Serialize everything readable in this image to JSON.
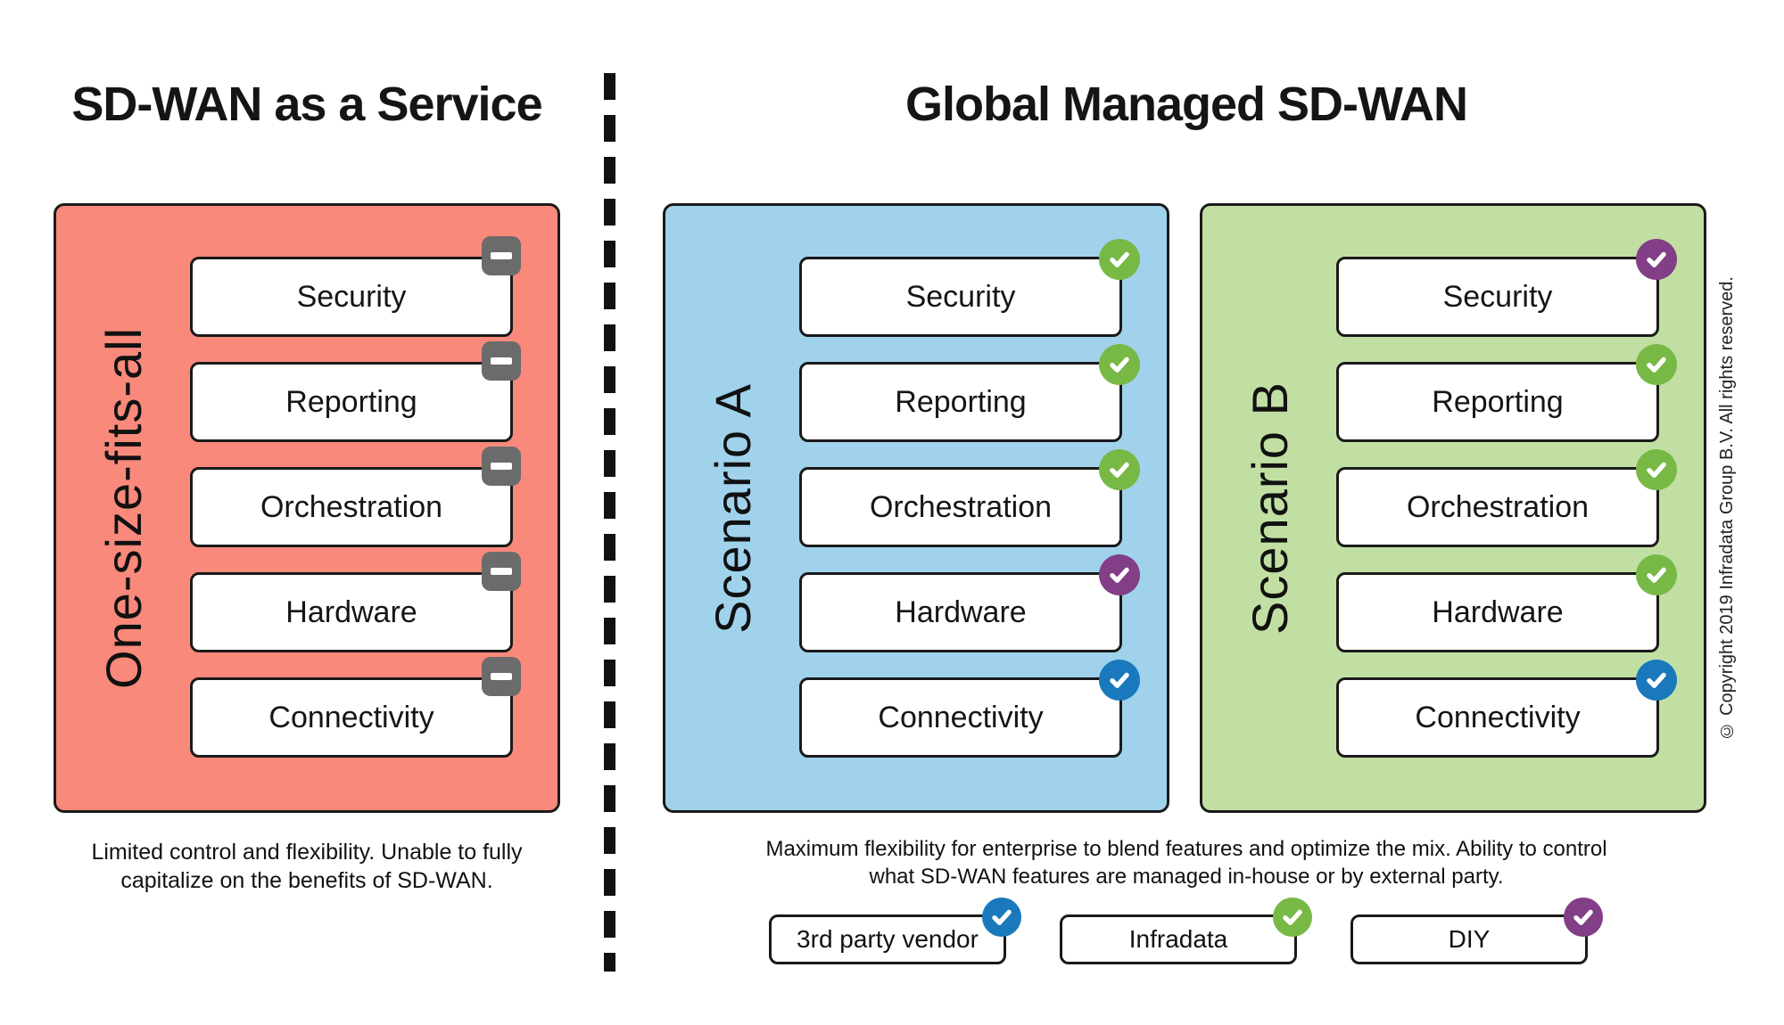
{
  "header": {
    "left_title": "SD-WAN as a Service",
    "right_title": "Global Managed SD-WAN"
  },
  "panels": [
    {
      "label": "One-size-fits-all",
      "bg": "#F8897B",
      "items": [
        {
          "label": "Security",
          "badge": "none"
        },
        {
          "label": "Reporting",
          "badge": "none"
        },
        {
          "label": "Orchestration",
          "badge": "none"
        },
        {
          "label": "Hardware",
          "badge": "none"
        },
        {
          "label": "Connectivity",
          "badge": "none"
        }
      ]
    },
    {
      "label": "Scenario A",
      "bg": "#A0D2EC",
      "items": [
        {
          "label": "Security",
          "badge": "infradata"
        },
        {
          "label": "Reporting",
          "badge": "infradata"
        },
        {
          "label": "Orchestration",
          "badge": "infradata"
        },
        {
          "label": "Hardware",
          "badge": "diy"
        },
        {
          "label": "Connectivity",
          "badge": "third_party"
        }
      ]
    },
    {
      "label": "Scenario B",
      "bg": "#C1DFA3",
      "items": [
        {
          "label": "Security",
          "badge": "diy"
        },
        {
          "label": "Reporting",
          "badge": "infradata"
        },
        {
          "label": "Orchestration",
          "badge": "infradata"
        },
        {
          "label": "Hardware",
          "badge": "infradata"
        },
        {
          "label": "Connectivity",
          "badge": "third_party"
        }
      ]
    }
  ],
  "captions": {
    "left": "Limited control and flexibility. Unable to fully capitalize on the benefits of SD-WAN.",
    "right": "Maximum flexibility for enterprise to blend features and optimize the mix. Ability to control what SD-WAN features are managed in-house or by external party."
  },
  "legend": [
    {
      "label": "3rd party vendor",
      "badge": "third_party"
    },
    {
      "label": "Infradata",
      "badge": "infradata"
    },
    {
      "label": "DIY",
      "badge": "diy"
    }
  ],
  "copyright": "© Copyright 2019 Infradata Group B.V. All rights reserved.",
  "badge_colors": {
    "none": "#6B6B6B",
    "third_party": "#1979BC",
    "infradata": "#78B945",
    "diy": "#823E86"
  }
}
